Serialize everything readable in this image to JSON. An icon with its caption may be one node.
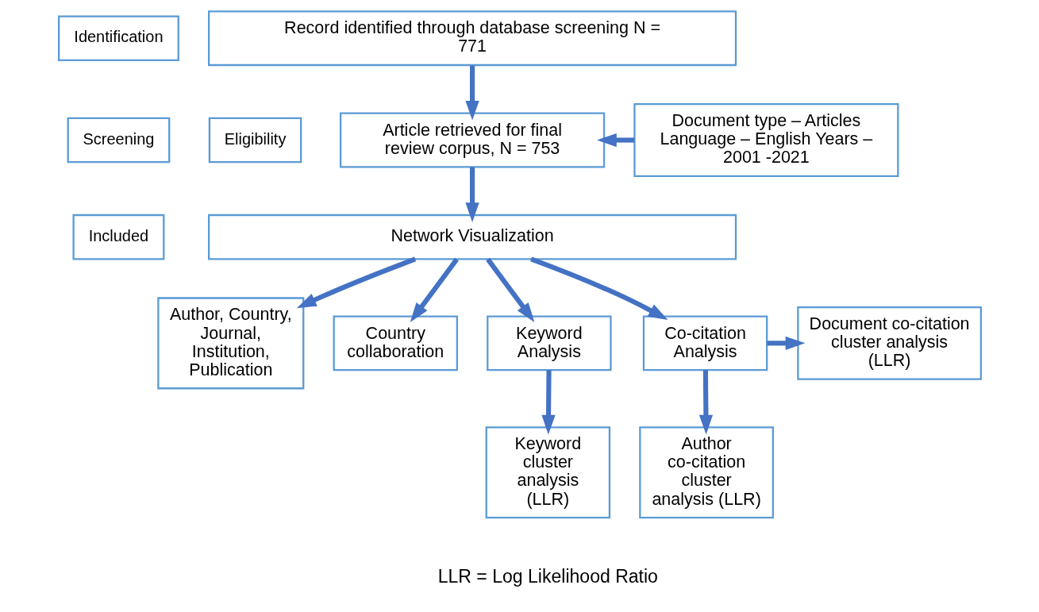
{
  "diagram": {
    "nodes": [
      {
        "text": [
          "Identification"
        ]
      },
      {
        "text": [
          "Screening"
        ]
      },
      {
        "text": [
          "Included"
        ]
      },
      {
        "text": [
          "Eligibility"
        ]
      },
      {
        "text": [
          "Record identified through database screening N = 771"
        ]
      },
      {
        "text": [
          "Article retrieved for final review corpus, N = 753"
        ]
      },
      {
        "text": [
          "Document type – Articles Language – English Years – 2001 -2021"
        ]
      },
      {
        "text": [
          "Network Visualization"
        ]
      },
      {
        "text": [
          "Author, Country, Journal, Institution, Publication"
        ]
      },
      {
        "text": [
          "Country collaboration"
        ]
      },
      {
        "text": [
          "Keyword Analysis"
        ]
      },
      {
        "text": [
          "Co-citation Analysis"
        ]
      },
      {
        "text": [
          "Document co-citation cluster analysis (LLR)"
        ]
      },
      {
        "text": [
          "Keyword cluster analysis (LLR)"
        ]
      },
      {
        "text": [
          "Author co-citation cluster analysis (LLR)"
        ]
      }
    ],
    "edges": [
      {
        "from": 4,
        "to": 5,
        "arrow": "to"
      },
      {
        "from": 6,
        "to": 5,
        "arrow": "to"
      },
      {
        "from": 5,
        "to": 7,
        "arrow": "to"
      },
      {
        "from": 7,
        "to": 8,
        "arrow": "to"
      },
      {
        "from": 7,
        "to": 9,
        "arrow": "to"
      },
      {
        "from": 7,
        "to": 10,
        "arrow": "to"
      },
      {
        "from": 7,
        "to": 11,
        "arrow": "to"
      },
      {
        "from": 11,
        "to": 12,
        "arrow": "to"
      },
      {
        "from": 10,
        "to": 13,
        "arrow": "to"
      },
      {
        "from": 11,
        "to": 14,
        "arrow": "to"
      }
    ],
    "labels": [
      "LLR = Log Likelihood Ratio"
    ]
  }
}
